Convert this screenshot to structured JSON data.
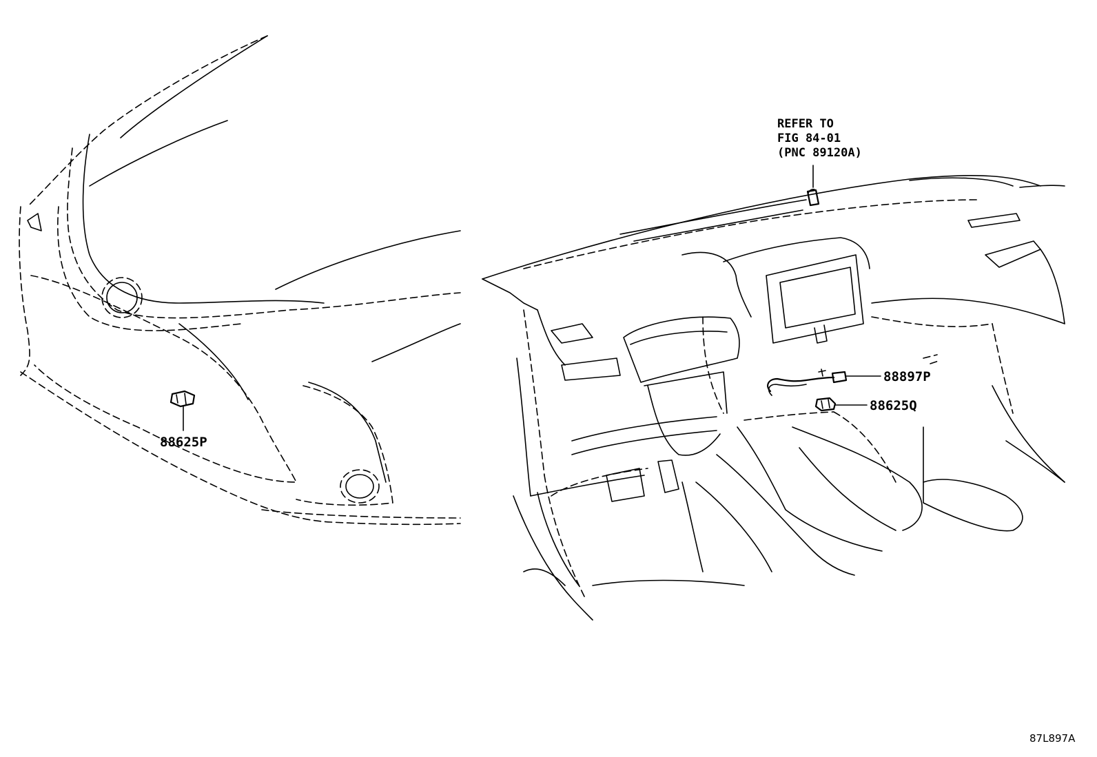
{
  "callouts": {
    "front_sensor_part": "88625P",
    "harness_part": "88897P",
    "cabin_sensor_part": "88625Q"
  },
  "reference_note": {
    "line1": "REFER TO",
    "line2": "FIG 84-01",
    "line3": "(PNC 89120A)"
  },
  "figure_code": "87L897A"
}
